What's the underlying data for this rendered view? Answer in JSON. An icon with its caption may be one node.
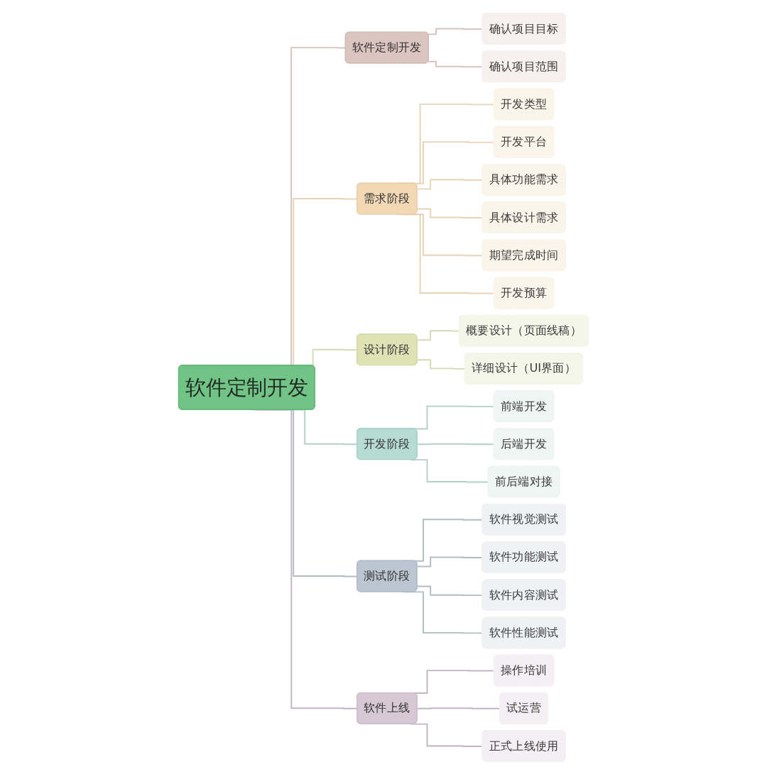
{
  "diagram": {
    "nodes": [
      {
        "text": [
          "软件定制开发"
        ]
      },
      {
        "text": [
          "软件定制开发"
        ]
      },
      {
        "text": [
          "确认项目目标"
        ]
      },
      {
        "text": [
          "确认项目范围"
        ]
      },
      {
        "text": [
          "需求阶段"
        ]
      },
      {
        "text": [
          "开发类型"
        ]
      },
      {
        "text": [
          "开发平台"
        ]
      },
      {
        "text": [
          "具体功能需求"
        ]
      },
      {
        "text": [
          "具体设计需求"
        ]
      },
      {
        "text": [
          "期望完成时间"
        ]
      },
      {
        "text": [
          "开发预算"
        ]
      },
      {
        "text": [
          "设计阶段"
        ]
      },
      {
        "text": [
          "概要设计（页面线稿）"
        ]
      },
      {
        "text": [
          "详细设计（UI界面）"
        ]
      },
      {
        "text": [
          "开发阶段"
        ]
      },
      {
        "text": [
          "前端开发"
        ]
      },
      {
        "text": [
          "后端开发"
        ]
      },
      {
        "text": [
          "前后端对接"
        ]
      },
      {
        "text": [
          "测试阶段"
        ]
      },
      {
        "text": [
          "软件视觉测试"
        ]
      },
      {
        "text": [
          "软件功能测试"
        ]
      },
      {
        "text": [
          "软件内容测试"
        ]
      },
      {
        "text": [
          "软件性能测试"
        ]
      },
      {
        "text": [
          "软件上线"
        ]
      },
      {
        "text": [
          "操作培训"
        ]
      },
      {
        "text": [
          "试运营"
        ]
      },
      {
        "text": [
          "正式上线使用"
        ]
      }
    ],
    "edges": [
      {
        "from": 0,
        "to": 1,
        "arrow": "none",
        "color": "#d9c3c0"
      },
      {
        "from": 1,
        "to": 2,
        "arrow": "none",
        "color": "#d9c3c0"
      },
      {
        "from": 1,
        "to": 3,
        "arrow": "none",
        "color": "#d9c3c0"
      },
      {
        "from": 0,
        "to": 4,
        "arrow": "none",
        "color": "#e8d3b6"
      },
      {
        "from": 4,
        "to": 5,
        "arrow": "none",
        "color": "#e8d3b6"
      },
      {
        "from": 4,
        "to": 6,
        "arrow": "none",
        "color": "#e8d3b6"
      },
      {
        "from": 4,
        "to": 7,
        "arrow": "none",
        "color": "#e8d3b6"
      },
      {
        "from": 4,
        "to": 8,
        "arrow": "none",
        "color": "#e8d3b6"
      },
      {
        "from": 4,
        "to": 9,
        "arrow": "none",
        "color": "#e8d3b6"
      },
      {
        "from": 4,
        "to": 10,
        "arrow": "none",
        "color": "#e8d3b6"
      },
      {
        "from": 0,
        "to": 11,
        "arrow": "none",
        "color": "#d6d9b4"
      },
      {
        "from": 11,
        "to": 12,
        "arrow": "none",
        "color": "#d6d9b4"
      },
      {
        "from": 11,
        "to": 13,
        "arrow": "none",
        "color": "#d6d9b4"
      },
      {
        "from": 0,
        "to": 14,
        "arrow": "none",
        "color": "#b3d0c8"
      },
      {
        "from": 14,
        "to": 15,
        "arrow": "none",
        "color": "#b3d0c8"
      },
      {
        "from": 14,
        "to": 16,
        "arrow": "none",
        "color": "#b3d0c8"
      },
      {
        "from": 14,
        "to": 17,
        "arrow": "none",
        "color": "#b3d0c8"
      },
      {
        "from": 0,
        "to": 18,
        "arrow": "none",
        "color": "#b3bbc6"
      },
      {
        "from": 18,
        "to": 19,
        "arrow": "none",
        "color": "#b3bbc6"
      },
      {
        "from": 18,
        "to": 20,
        "arrow": "none",
        "color": "#b3bbc6"
      },
      {
        "from": 18,
        "to": 21,
        "arrow": "none",
        "color": "#b3bbc6"
      },
      {
        "from": 18,
        "to": 22,
        "arrow": "none",
        "color": "#b3bbc6"
      },
      {
        "from": 0,
        "to": 23,
        "arrow": "none",
        "color": "#c2b5c1"
      },
      {
        "from": 23,
        "to": 24,
        "arrow": "none",
        "color": "#c2b5c1"
      },
      {
        "from": 23,
        "to": 25,
        "arrow": "none",
        "color": "#c2b5c1"
      },
      {
        "from": 23,
        "to": 26,
        "arrow": "none",
        "color": "#c2b5c1"
      }
    ]
  }
}
